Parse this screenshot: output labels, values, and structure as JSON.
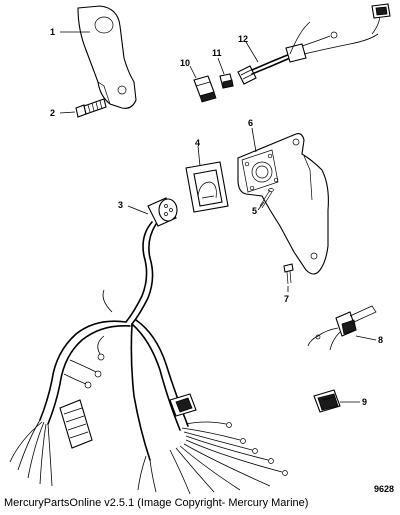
{
  "callouts": [
    "1",
    "2",
    "3",
    "4",
    "5",
    "6",
    "7",
    "8",
    "9",
    "10",
    "11",
    "12"
  ],
  "figure_number": "9628",
  "footer_credit": "MercuryPartsOnline v2.5.1 (Image Copyright- Mercury Marine)"
}
